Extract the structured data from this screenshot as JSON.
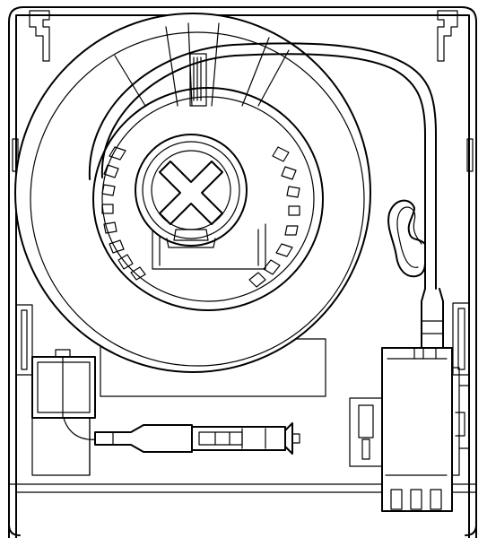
{
  "diagram": {
    "stroke_color": "#000000",
    "background_color": "#ffffff",
    "parts": [
      "housing",
      "reel",
      "hub-cross",
      "tubing",
      "syringe",
      "connector-block",
      "clamp-block",
      "pump-head"
    ]
  }
}
